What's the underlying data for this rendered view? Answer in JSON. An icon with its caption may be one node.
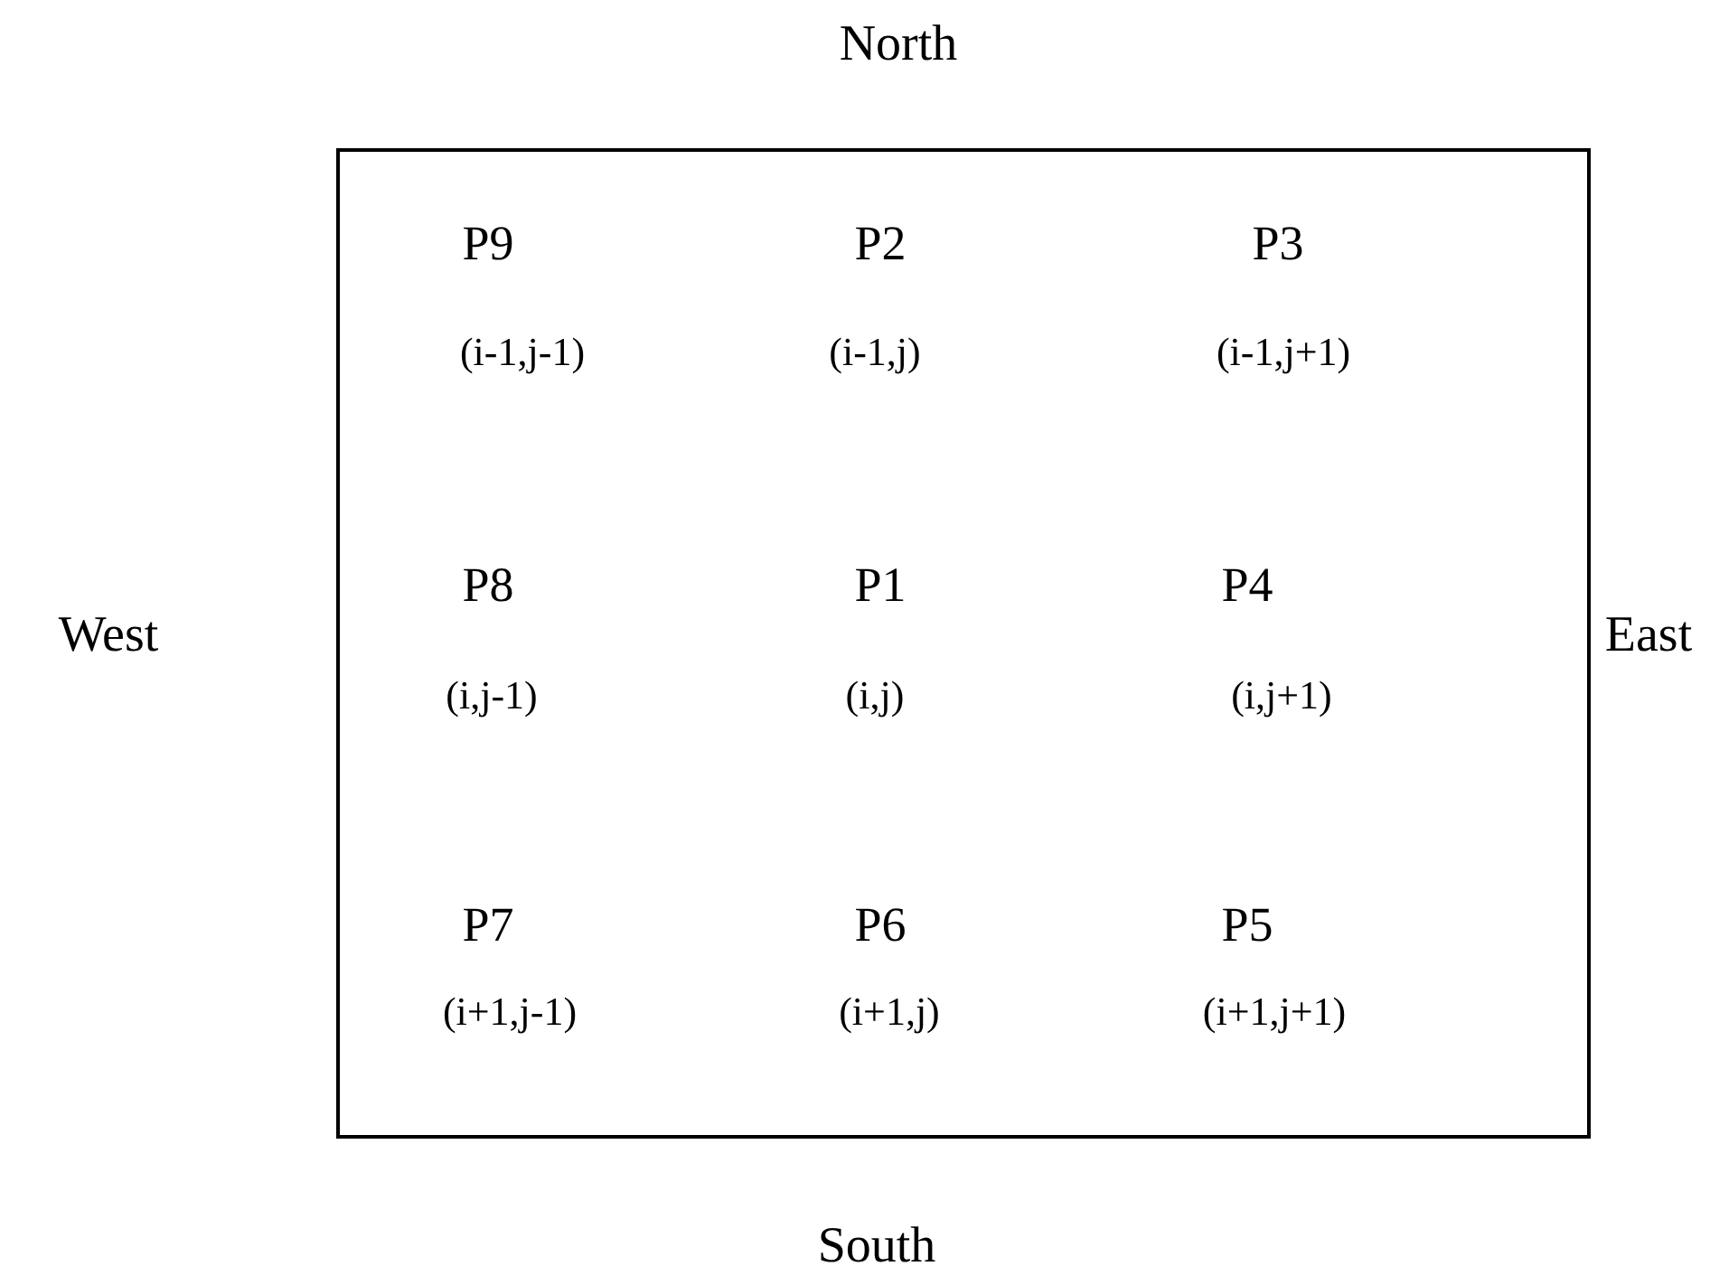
{
  "diagram": {
    "nodes": [
      {
        "text": [],
        "shape": "box"
      }
    ],
    "labels": [
      "North",
      "P9",
      "P2",
      "P3",
      "(i-1,j-1)",
      "(i-1,j)",
      "(i-1,j+1)",
      "West",
      "P8",
      "P1",
      "P4",
      "East",
      "(i,j-1)",
      "(i,j)",
      "(i,j+1)",
      "P7",
      "P6",
      "P5",
      "(i+1,j-1)",
      "(i+1,j)",
      "(i+1,j+1)",
      "South"
    ]
  }
}
